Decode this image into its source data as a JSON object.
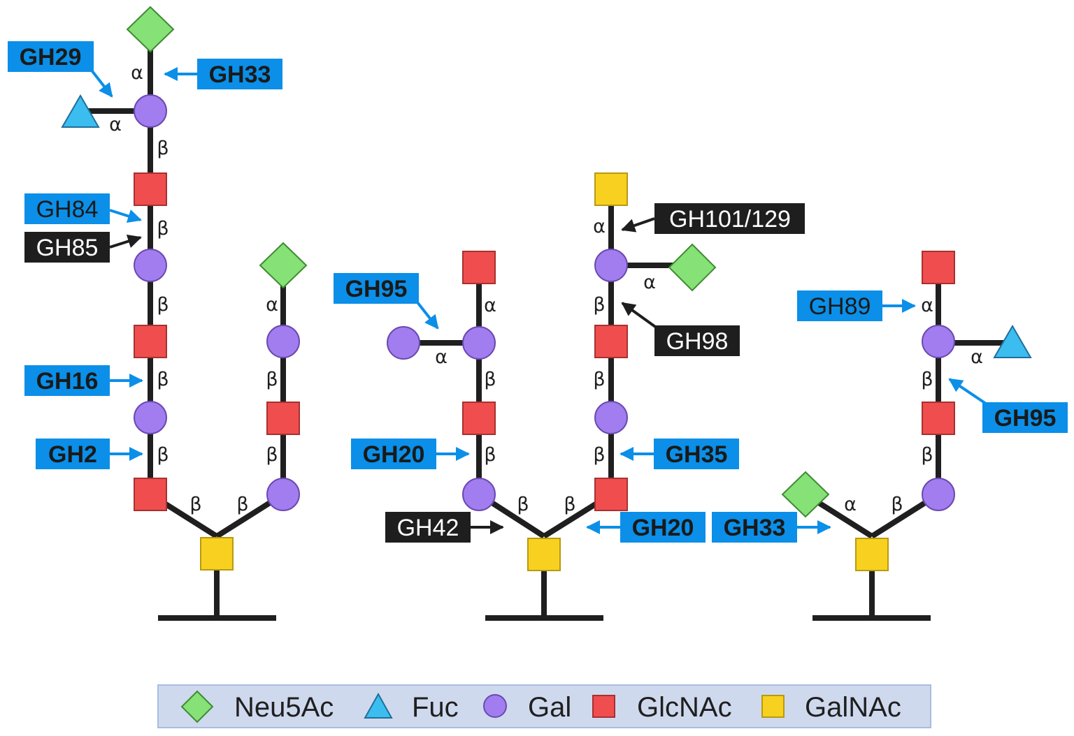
{
  "colors": {
    "blue_label": "#0b8fe8",
    "black_label": "#1e1e1e",
    "neu5ac": "#86e176",
    "fuc": "#3cbdf0",
    "gal": "#a27df0",
    "glcnac": "#f04e4e",
    "galnac": "#f8d120",
    "legend_bg": "#cfd9ee"
  },
  "linkages": {
    "alpha": "α",
    "beta": "β"
  },
  "enzymes": {
    "gh29": "GH29",
    "gh33_top": "GH33",
    "gh84": "GH84",
    "gh85": "GH85",
    "gh16": "GH16",
    "gh2": "GH2",
    "gh95_mid": "GH95",
    "gh101_129": "GH101/129",
    "gh98": "GH98",
    "gh20_mid": "GH20",
    "gh35": "GH35",
    "gh42": "GH42",
    "gh20_core": "GH20",
    "gh33_core": "GH33",
    "gh89": "GH89",
    "gh95_right": "GH95"
  },
  "legend": {
    "neu5ac": "Neu5Ac",
    "fuc": "Fuc",
    "gal": "Gal",
    "glcnac": "GlcNAc",
    "galnac": "GalNAc"
  }
}
